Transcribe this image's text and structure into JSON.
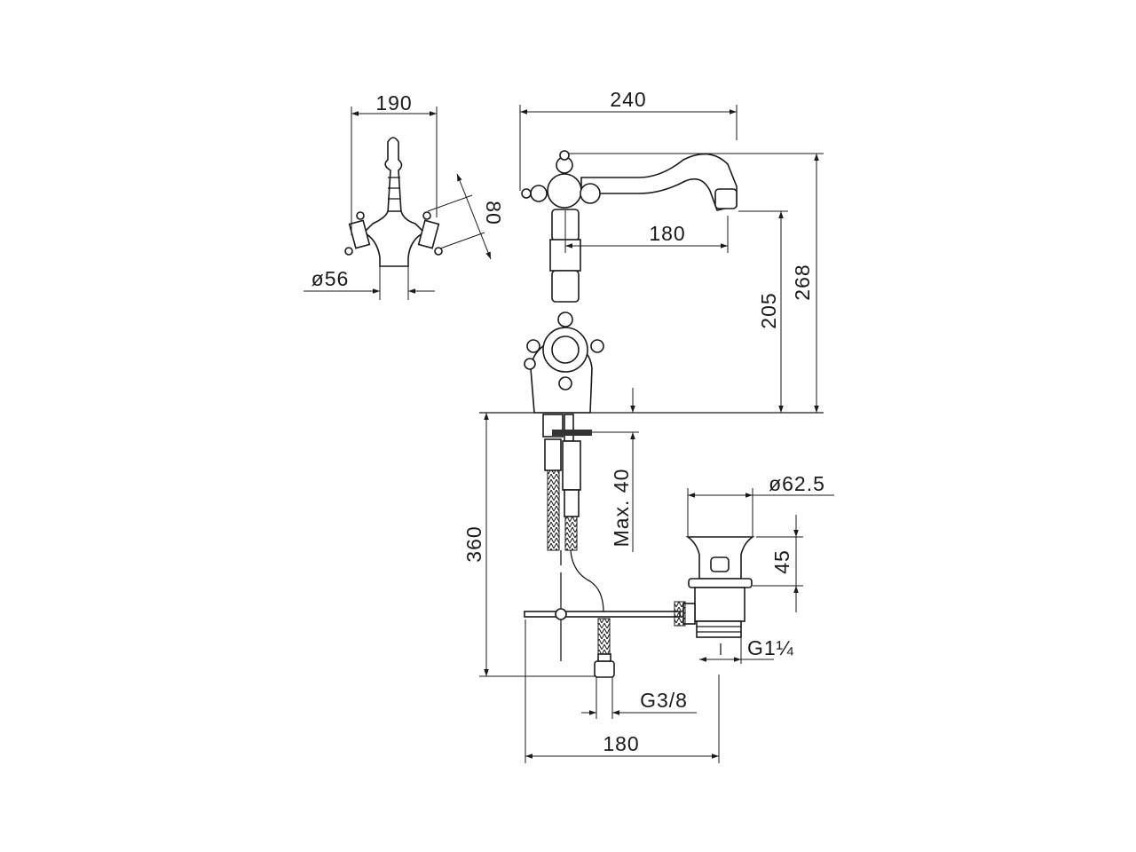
{
  "drawing": {
    "side_view": {
      "width_label": "190",
      "handle_label": "80",
      "base_diameter_label": "ø56"
    },
    "front_view": {
      "reach_total_label": "240",
      "reach_spout_label": "180",
      "spout_height_label": "205",
      "total_height_label": "268",
      "max_deck_label": "Max. 40",
      "hose_length_label": "360",
      "hose_thread_label": "G3/8",
      "rod_length_label": "180"
    },
    "drain": {
      "diameter_label": "ø62.5",
      "height_label": "45",
      "thread_label": "G1¼"
    }
  }
}
